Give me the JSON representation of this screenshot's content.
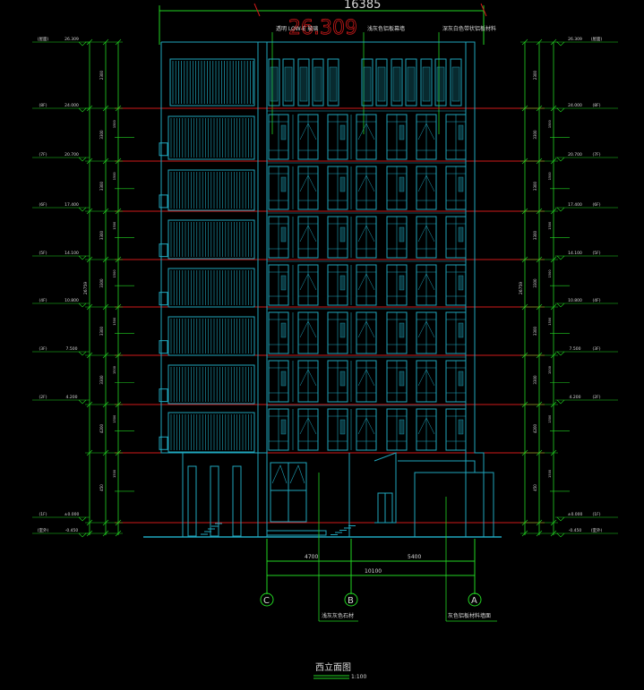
{
  "drawing": {
    "title": "西立面图",
    "scale": "1:100",
    "overall_dim": "16385",
    "overall_dim_2": "26.309",
    "callouts": [
      "透明 LOW-E 玻璃",
      "浅灰色铝板幕墙",
      "深灰白色带状铝板材料"
    ],
    "bottom_callouts": [
      "浅灰灰色石材",
      "灰色铝板材料墙面"
    ],
    "grid_axes": [
      "C",
      "B",
      "A"
    ],
    "dims_bottom": [
      "4700",
      "5400",
      "10100"
    ],
    "floor_labels": [
      "(屋面)",
      "(8F)",
      "(7F)",
      "(6F)",
      "(5F)",
      "(4F)",
      "(3F)",
      "(2F)",
      "(1F)",
      "(室外)"
    ],
    "elevations": [
      "26.309",
      "24.000",
      "20.700",
      "17.400",
      "14.100",
      "10.800",
      "7.500",
      "4.200",
      "±0.000",
      "-0.450"
    ],
    "storey_dims": [
      "2300",
      "3300",
      "3300",
      "3300",
      "3300",
      "3300",
      "3300",
      "4200",
      "450"
    ],
    "total_height": "26759"
  },
  "colors": {
    "background": "#000000",
    "building": "#1fa6bd",
    "floor_lines": "#d11a1a",
    "dimensions": "#22d422",
    "text": "#d8d8d8"
  }
}
